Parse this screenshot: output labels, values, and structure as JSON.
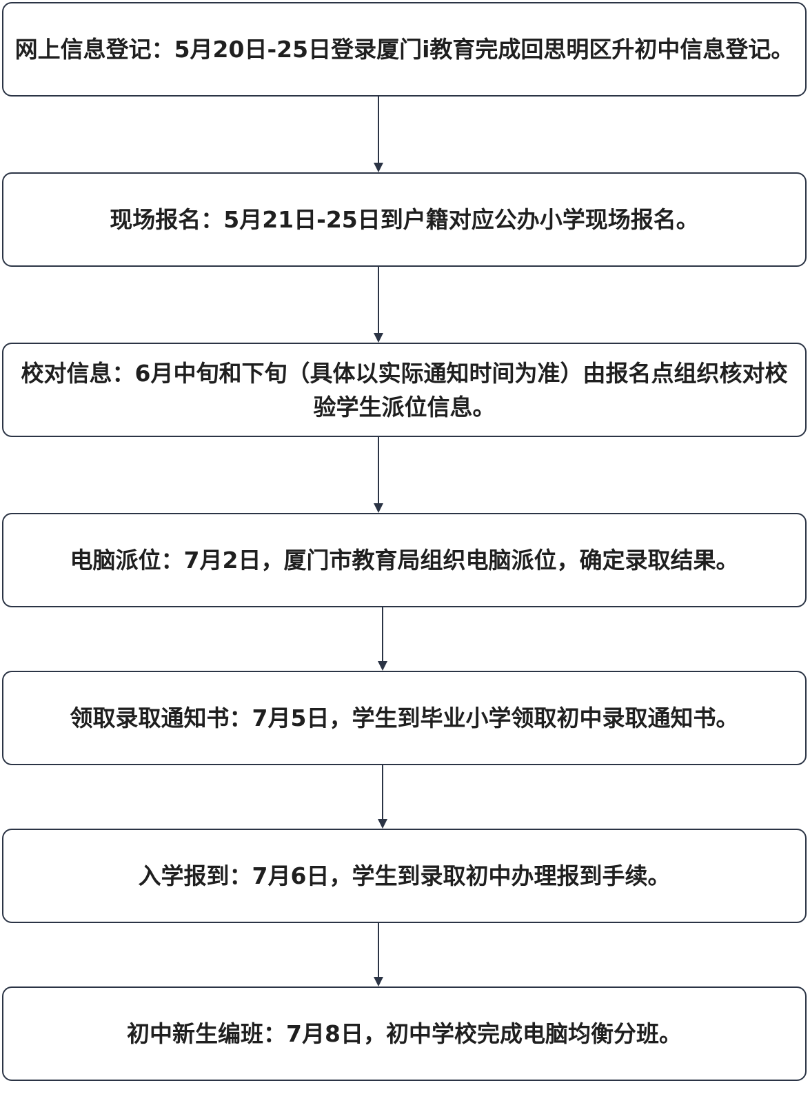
{
  "steps": [
    {
      "text": "网上信息登记：5月20日-25日登录厦门i教育完成回思明区升初中信息登记。"
    },
    {
      "text": "现场报名：5月21日-25日到户籍对应公办小学现场报名。"
    },
    {
      "text": "校对信息：6月中旬和下旬（具体以实际通知时间为准）由报名点组织核对校验学生派位信息。"
    },
    {
      "text": "电脑派位：7月2日，厦门市教育局组织电脑派位，确定录取结果。"
    },
    {
      "text": "领取录取通知书：7月5日，学生到毕业小学领取初中录取通知书。"
    },
    {
      "text": "入学报到：7月6日，学生到录取初中办理报到手续。"
    },
    {
      "text": "初中新生编班：7月8日，初中学校完成电脑均衡分班。"
    }
  ],
  "colors": {
    "border": "#2b3445",
    "text": "#1f1f1f"
  }
}
